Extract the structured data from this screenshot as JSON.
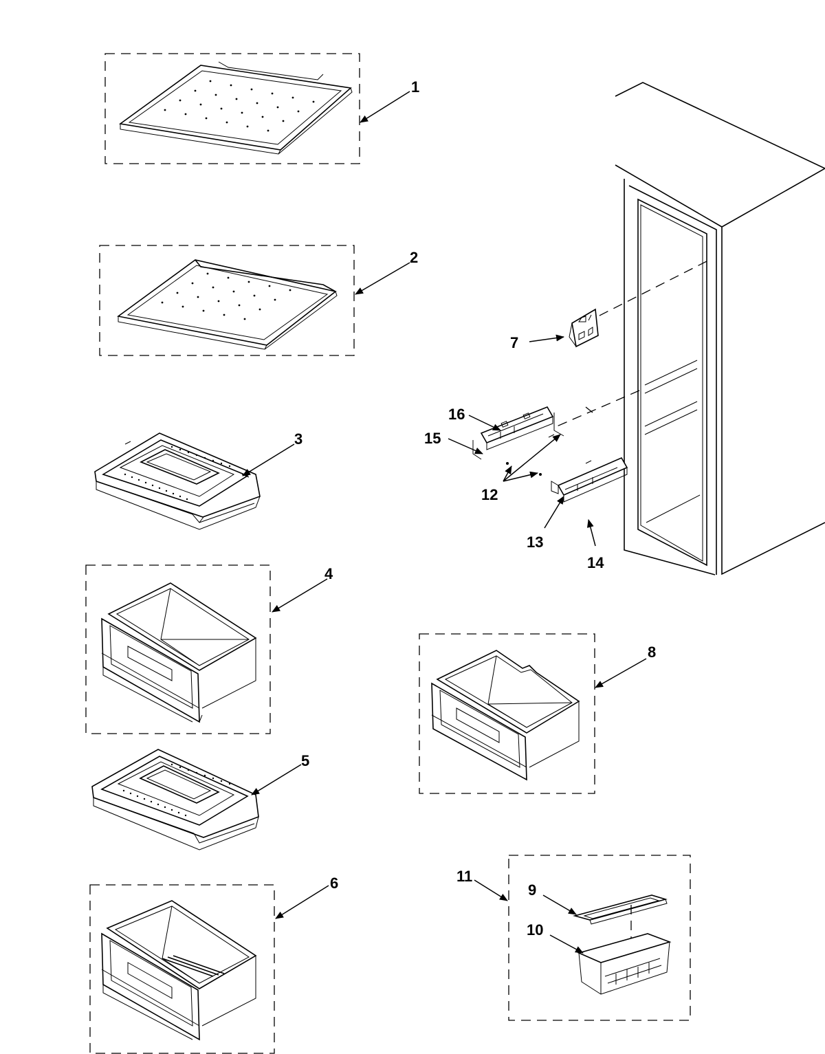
{
  "callouts": {
    "c1": "1",
    "c2": "2",
    "c3": "3",
    "c4": "4",
    "c5": "5",
    "c6": "6",
    "c7": "7",
    "c8": "8",
    "c9": "9",
    "c10": "10",
    "c11": "11",
    "c12": "12",
    "c13": "13",
    "c14": "14",
    "c15": "15",
    "c16": "16"
  },
  "parts": [
    {
      "callout": "1",
      "name": "glass-shelf-icon"
    },
    {
      "callout": "2",
      "name": "glass-shelf-icon"
    },
    {
      "callout": "3",
      "name": "crisper-cover-icon"
    },
    {
      "callout": "4",
      "name": "crisper-drawer-icon"
    },
    {
      "callout": "5",
      "name": "crisper-cover-icon"
    },
    {
      "callout": "6",
      "name": "crisper-drawer-icon"
    },
    {
      "callout": "7",
      "name": "bracket-icon"
    },
    {
      "callout": "8",
      "name": "deli-drawer-icon"
    },
    {
      "callout": "9",
      "name": "lid-icon"
    },
    {
      "callout": "10",
      "name": "bin-icon"
    },
    {
      "callout": "11",
      "name": "bin-assembly-icon"
    },
    {
      "callout": "12",
      "name": "screw-icon"
    },
    {
      "callout": "13",
      "name": "rail-icon"
    },
    {
      "callout": "14",
      "name": "rail-icon"
    },
    {
      "callout": "15",
      "name": "rail-icon"
    },
    {
      "callout": "16",
      "name": "rail-icon"
    }
  ]
}
